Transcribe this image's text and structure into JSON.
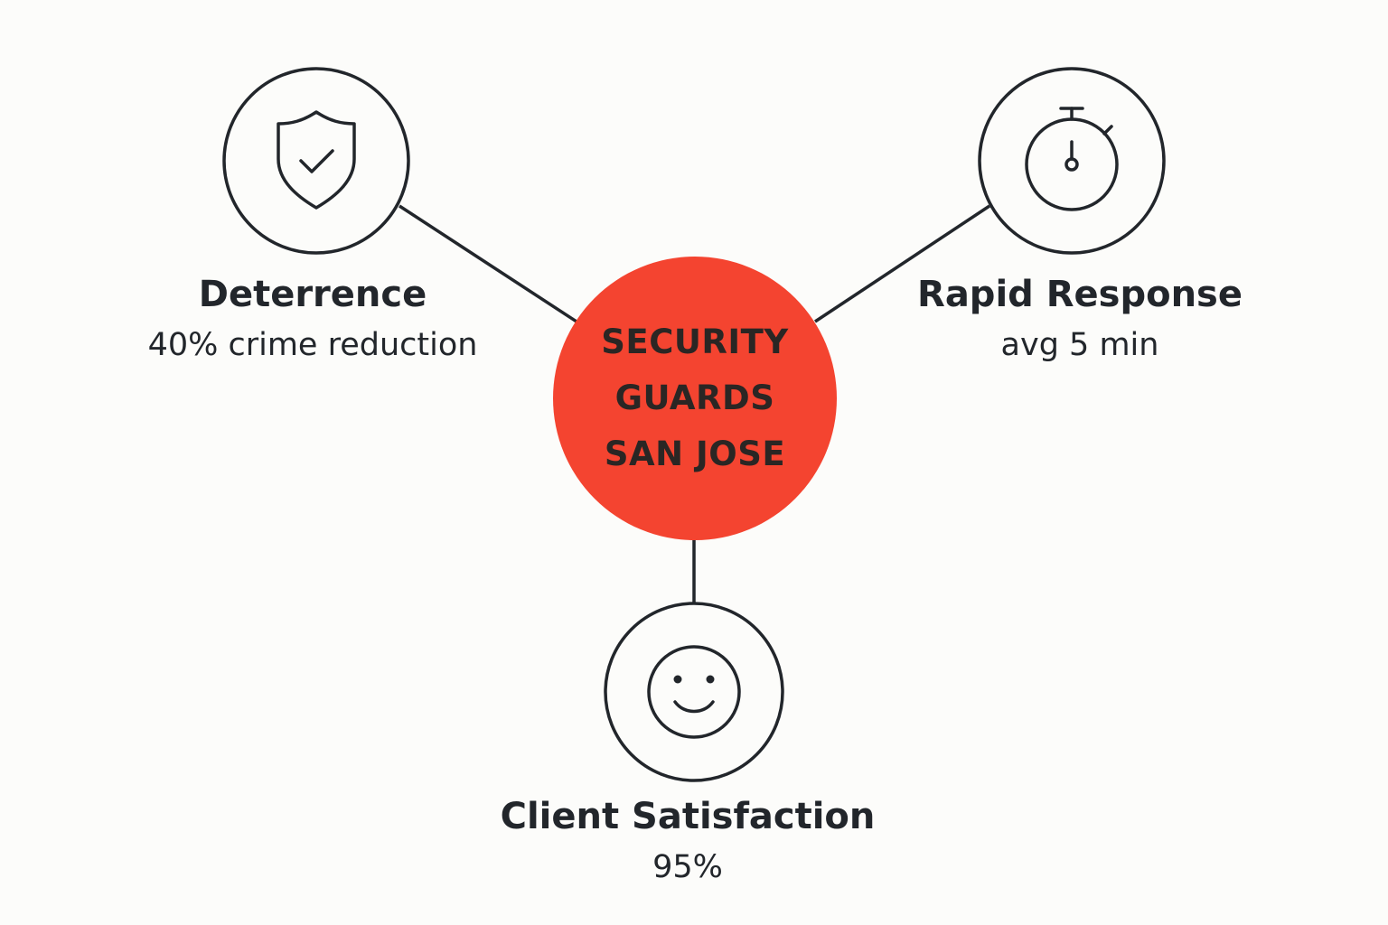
{
  "hub": {
    "label_lines": [
      "SECURITY",
      "GUARDS",
      "SAN JOSE"
    ],
    "color": "#f44430"
  },
  "nodes": [
    {
      "id": "deterrence",
      "icon": "shield-check-icon",
      "title": "Deterrence",
      "value": "40% crime reduction"
    },
    {
      "id": "rapid-response",
      "icon": "stopwatch-icon",
      "title": "Rapid Response",
      "value": "avg 5 min"
    },
    {
      "id": "client-satisfaction",
      "icon": "smiley-icon",
      "title": "Client Satisfaction",
      "value": "95%"
    }
  ],
  "colors": {
    "background": "#fcfcfa",
    "stroke": "#22262b",
    "hub": "#f44430"
  }
}
